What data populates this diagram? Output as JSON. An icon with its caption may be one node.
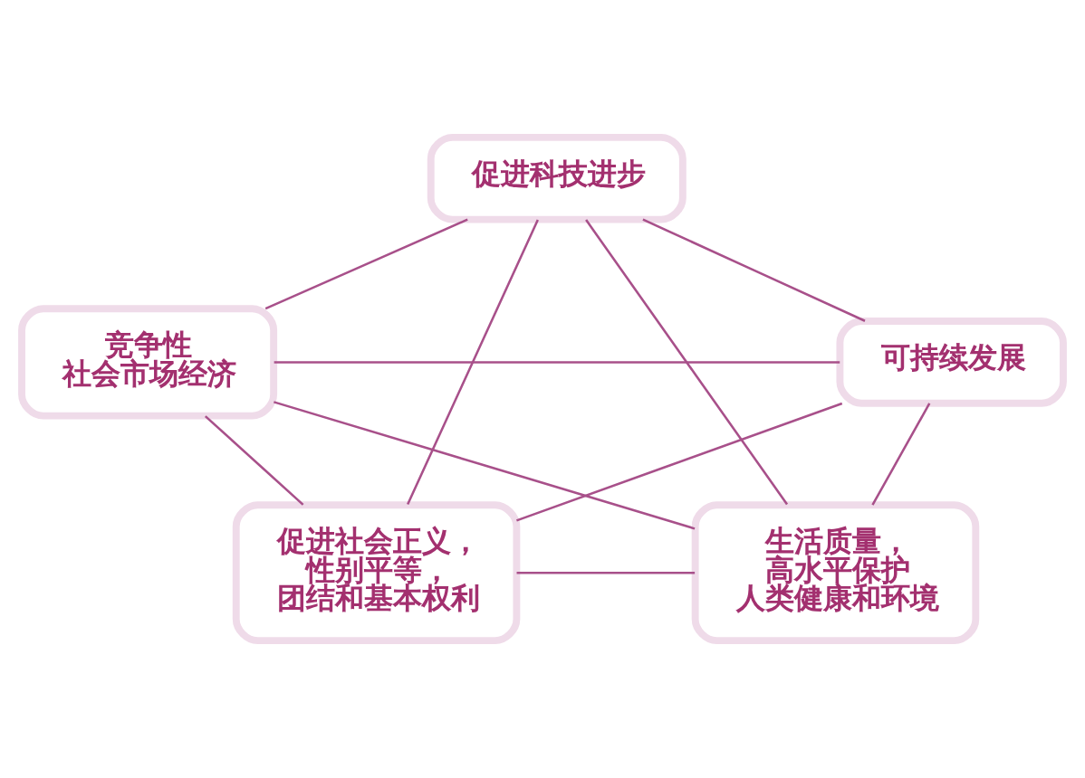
{
  "diagram": {
    "nodes": [
      {
        "text": [
          "促进科技进步"
        ]
      },
      {
        "text": [
          "竞争性社会市场经济"
        ]
      },
      {
        "text": [
          "可持续发展"
        ]
      },
      {
        "text": [
          "促进社会正义，性别平等，团结和基本权利"
        ]
      },
      {
        "text": [
          "生活质量，高水平保护人类健康和环境"
        ]
      }
    ],
    "edges": [
      {
        "from": 0,
        "to": 1,
        "arrow": "none"
      },
      {
        "from": 0,
        "to": 2,
        "arrow": "none"
      },
      {
        "from": 0,
        "to": 3,
        "arrow": "none"
      },
      {
        "from": 0,
        "to": 4,
        "arrow": "none"
      },
      {
        "from": 1,
        "to": 2,
        "arrow": "none"
      },
      {
        "from": 1,
        "to": 3,
        "arrow": "none"
      },
      {
        "from": 1,
        "to": 4,
        "arrow": "none"
      },
      {
        "from": 2,
        "to": 3,
        "arrow": "none"
      },
      {
        "from": 2,
        "to": 4,
        "arrow": "none"
      },
      {
        "from": 3,
        "to": 4,
        "arrow": "none"
      }
    ]
  }
}
